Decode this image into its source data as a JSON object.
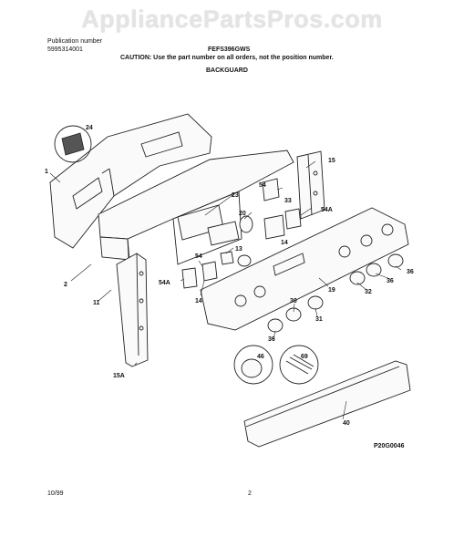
{
  "watermark": "AppliancePartsPros.com",
  "header": {
    "publication_label": "Publication number",
    "publication_number": "5995314001",
    "model": "FEFS396GWS",
    "caution": "CAUTION:  Use the part number on all orders, not the position number.",
    "section": "BACKGUARD"
  },
  "callouts": [
    "1",
    "2",
    "11",
    "13",
    "14",
    "14",
    "15",
    "15A",
    "19",
    "20",
    "23",
    "24",
    "30",
    "31",
    "32",
    "33",
    "36",
    "36",
    "36",
    "40",
    "46",
    "54",
    "54",
    "54A",
    "54A",
    "69"
  ],
  "figure_code": "P20G0046",
  "footer": {
    "date": "10/99",
    "page": "2"
  }
}
